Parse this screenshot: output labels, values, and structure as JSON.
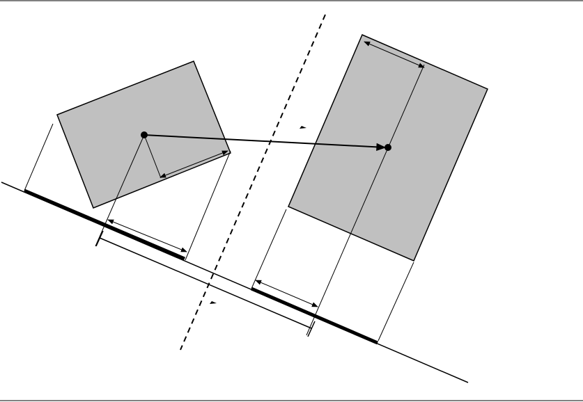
{
  "diagram": {
    "type": "separating-axis-projection",
    "colors": {
      "background": "#ffffff",
      "box_fill": "#c0c0c0",
      "stroke": "#000000"
    },
    "boxes": [
      {
        "name": "box-a",
        "label": ""
      },
      {
        "name": "box-b",
        "label": ""
      }
    ],
    "labels": []
  }
}
